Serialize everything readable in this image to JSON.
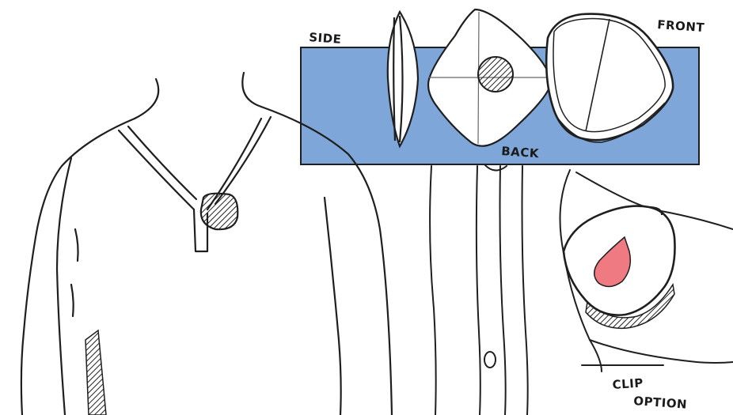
{
  "labels": {
    "side": "SIDE",
    "front": "FRONT",
    "back": "BACK",
    "clip_line1": "CLIP",
    "clip_line2": "OPTION"
  },
  "colors": {
    "panel": "#7ea6d9",
    "ink": "#1f1f1f",
    "droplet": "#ef7a82",
    "paper": "#ffffff"
  }
}
